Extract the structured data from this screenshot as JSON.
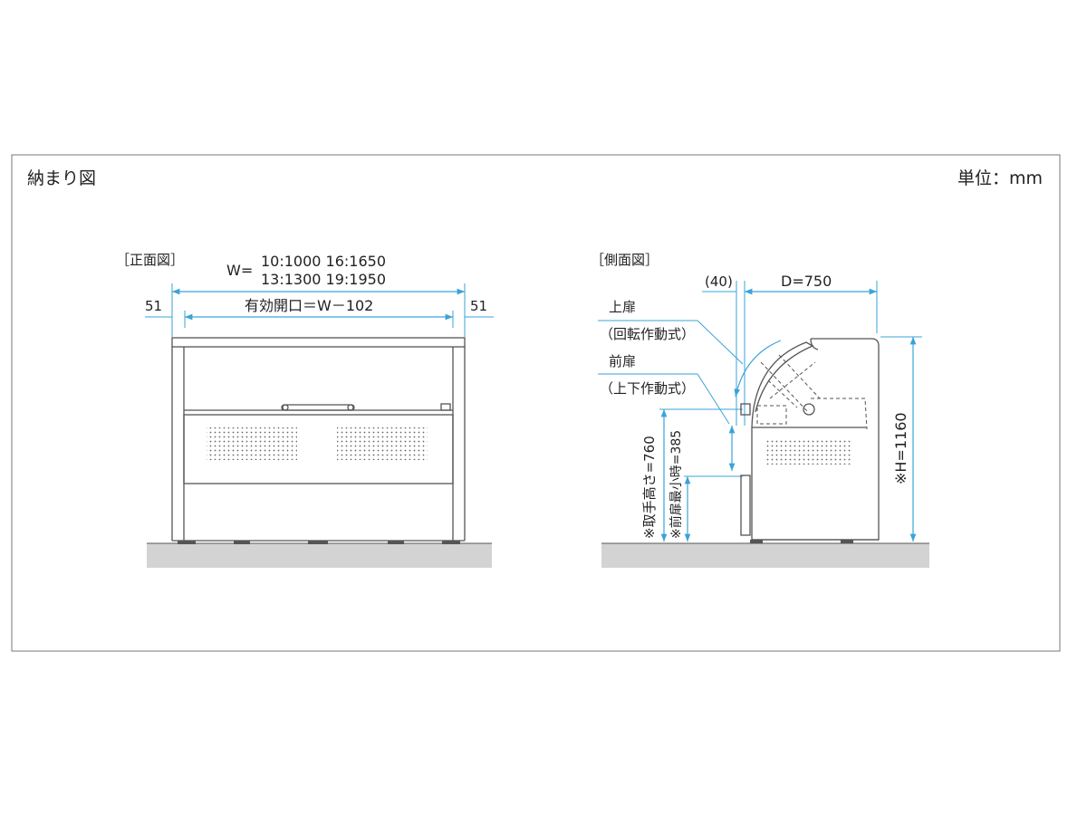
{
  "header": {
    "title": "納まり図",
    "unit": "単位：mm"
  },
  "front_view": {
    "label": "［正面図］",
    "width_prefix": "W=",
    "width_line1": "10:1000 16:1650",
    "width_line2": "13:1300 19:1950",
    "left_margin": "51",
    "right_margin": "51",
    "opening": "有効開口＝W－102"
  },
  "side_view": {
    "label": "［側面図］",
    "offset": "(40)",
    "depth": "D=750",
    "upper_door": "上扉",
    "upper_door_type": "（回転作動式）",
    "front_door": "前扉",
    "front_door_type": "（上下作動式）",
    "handle_height": "※取手高さ=760",
    "front_door_min": "※前扉最小時=385",
    "height": "※H=1160"
  },
  "colors": {
    "dimension": "#3aa3d8",
    "ground": "#d3d3d3",
    "line": "#555555"
  }
}
